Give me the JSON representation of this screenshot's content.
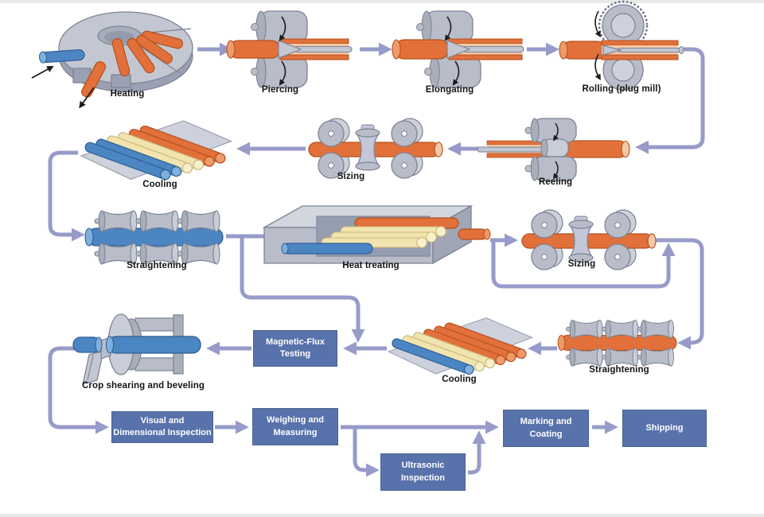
{
  "diagram": {
    "kind": "process-flow",
    "machine_labels": {
      "heating": "Heating",
      "piercing": "Piercing",
      "elongating": "Elongating",
      "rolling_plug_mill": "Rolling (plug mill)",
      "reeling": "Reeling",
      "sizing_1": "Sizing",
      "cooling_1": "Cooling",
      "straightening_1": "Straightening",
      "heat_treating": "Heat treating",
      "sizing_2": "Sizing",
      "straightening_2": "Straightening",
      "cooling_2": "Cooling",
      "crop_shearing": "Crop shearing and beveling"
    },
    "process_boxes": {
      "magnetic_flux_testing": "Magnetic-Flux\nTesting",
      "visual_dimensional_inspection": "Visual and\nDimensional Inspection",
      "weighing_measuring": "Weighing and\nMeasuring",
      "ultrasonic_inspection": "Ultrasonic\nInspection",
      "marking_coating": "Marking and\nCoating",
      "shipping": "Shipping"
    },
    "colors": {
      "arrow": "#979bc9",
      "box_fill": "#5872ab",
      "box_text": "#ffffff",
      "label_text": "#141414",
      "hot_pipe": "#e2703a",
      "warm_pipe": "#f2e4ae",
      "cold_pipe": "#4b86c3",
      "machine_gray": "#b9bdc9"
    }
  }
}
